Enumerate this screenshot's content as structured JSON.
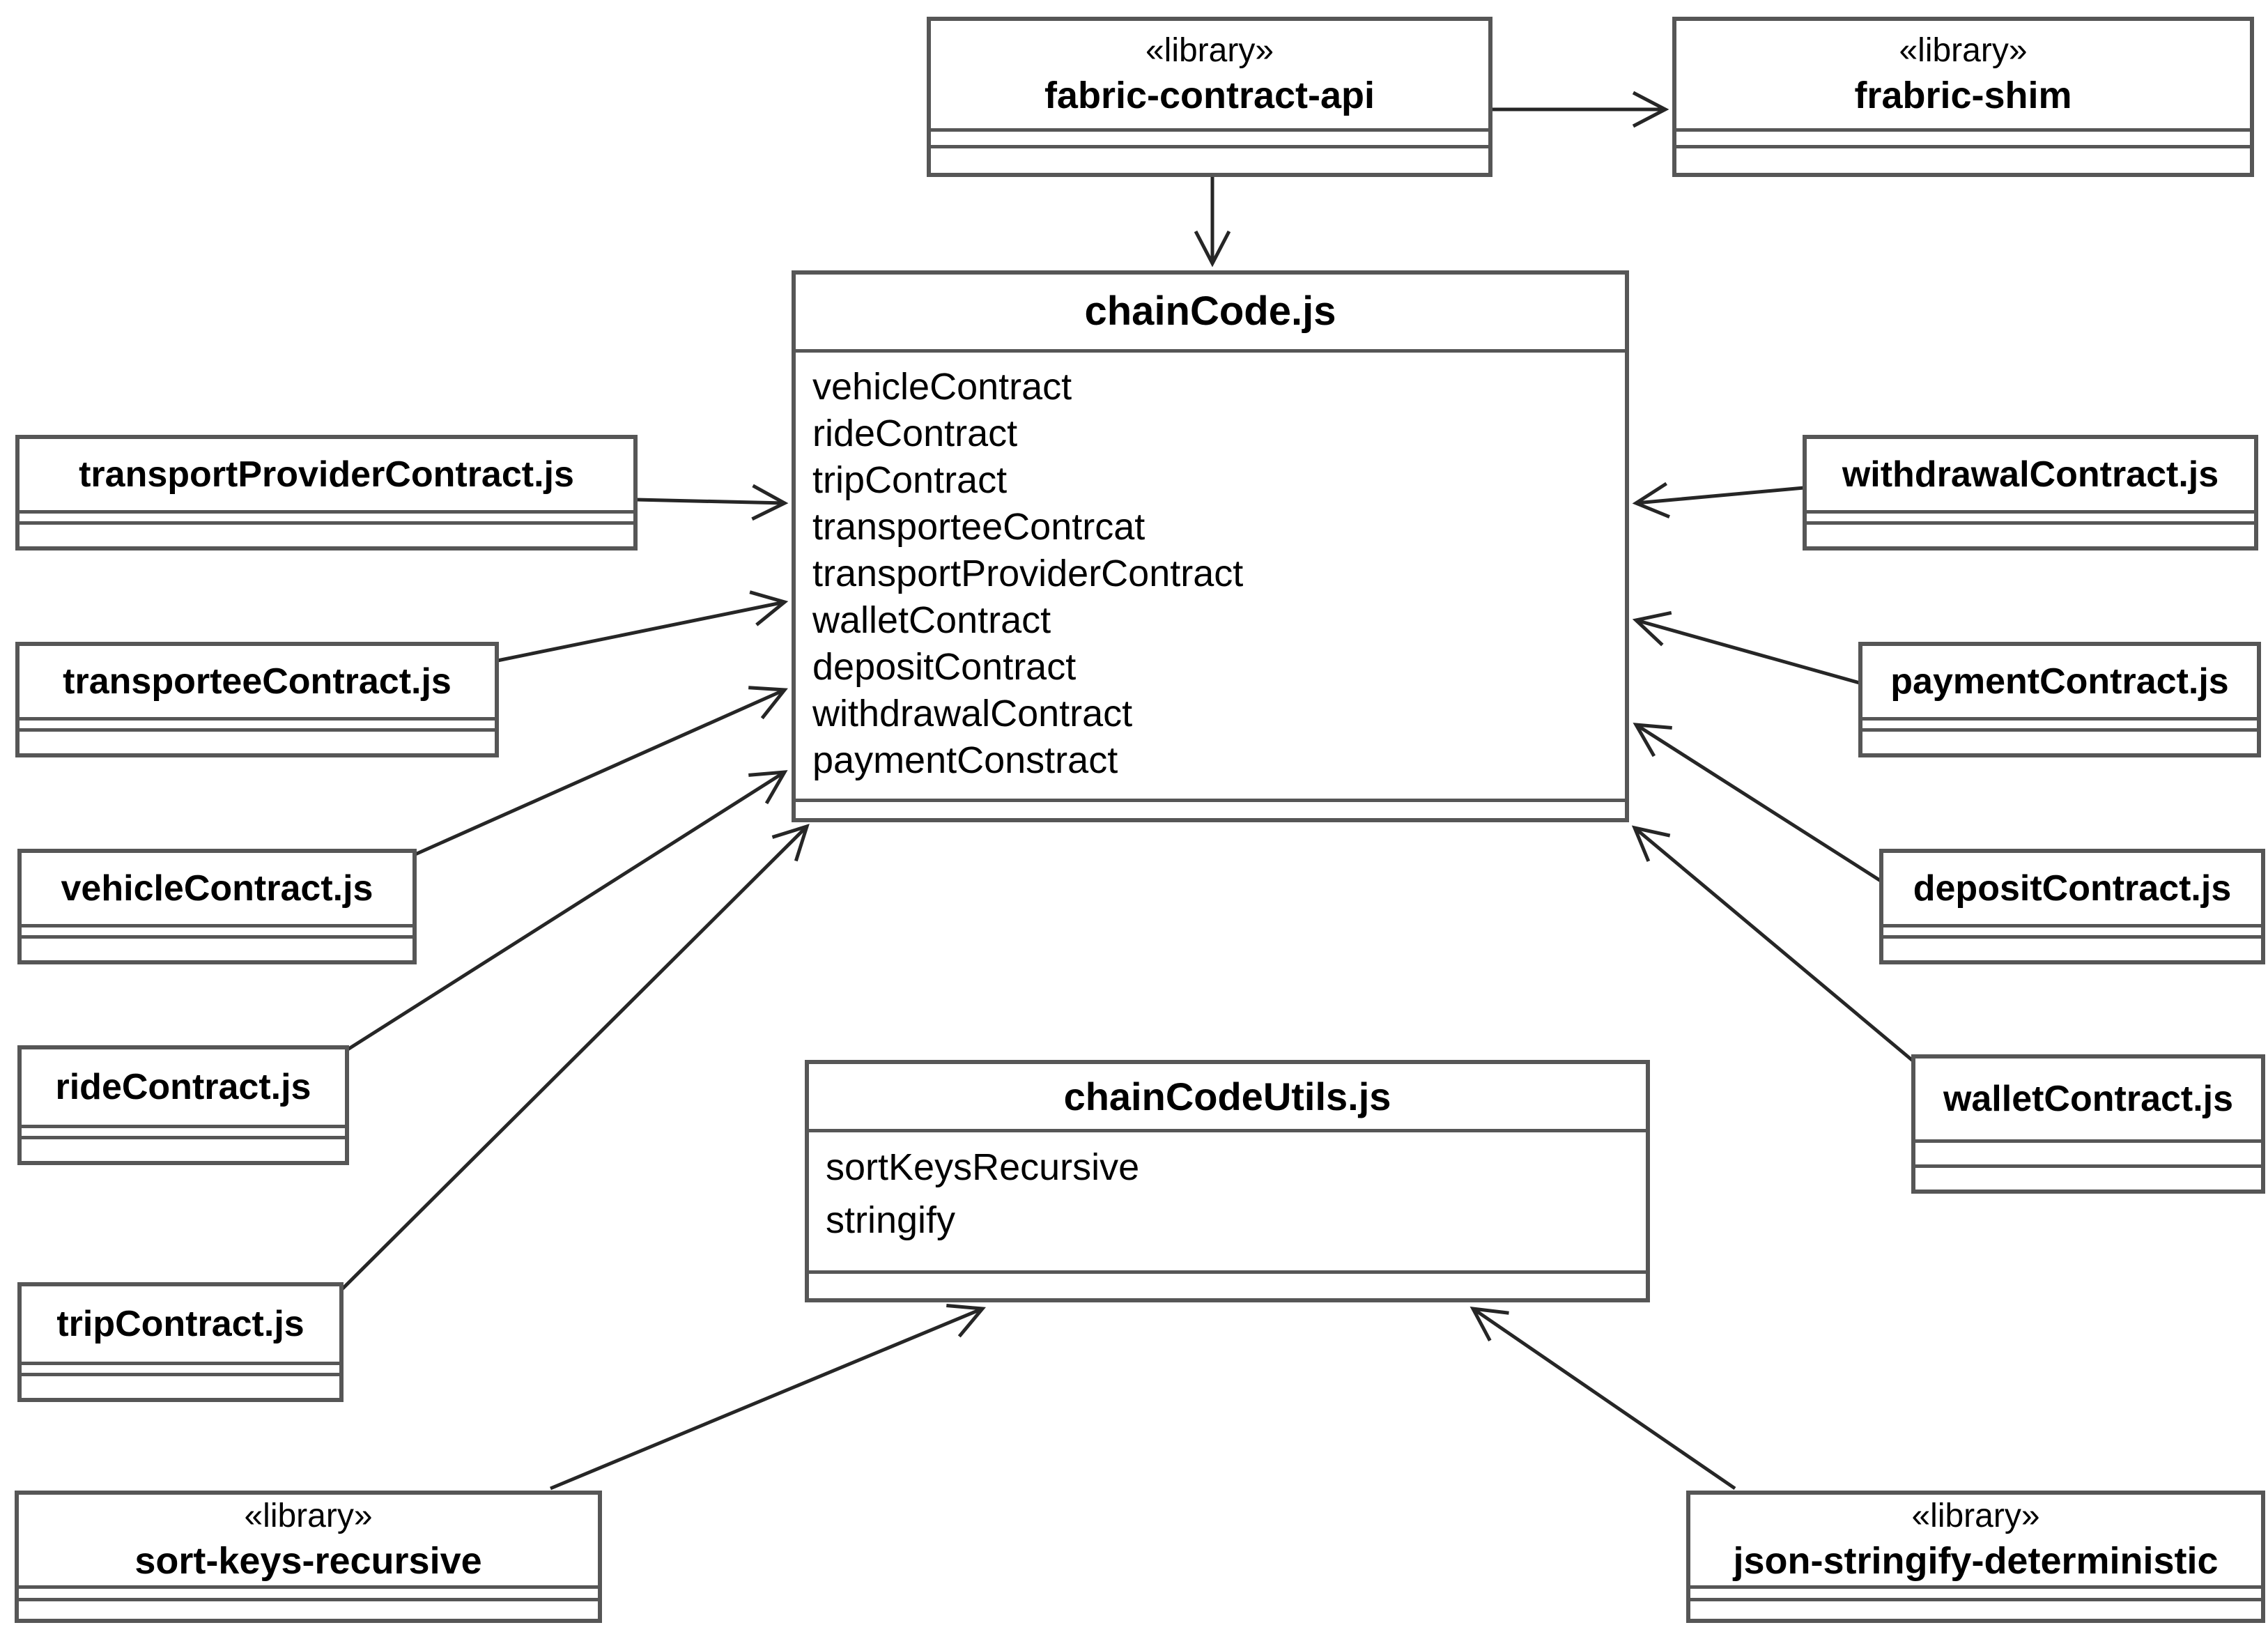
{
  "colors": {
    "background": "#ffffff",
    "box_border": "#565656",
    "arrow": "#262626",
    "text": "#000000"
  },
  "nodes": {
    "fabric_contract_api": {
      "stereotype": "«library»",
      "name": "fabric-contract-api"
    },
    "frabric_shim": {
      "stereotype": "«library»",
      "name": "frabric-shim"
    },
    "chaincode": {
      "name": "chainCode.js",
      "members": [
        "vehicleContract",
        "rideContract",
        "tripContract",
        "transporteeContrcat",
        "transportProviderContract",
        "walletContract",
        "depositContract",
        "withdrawalContract",
        "paymentConstract"
      ]
    },
    "transport_provider_contract": {
      "name": "transportProviderContract.js"
    },
    "transportee_contract": {
      "name": "transporteeContract.js"
    },
    "vehicle_contract": {
      "name": "vehicleContract.js"
    },
    "ride_contract": {
      "name": "rideContract.js"
    },
    "trip_contract": {
      "name": "tripContract.js"
    },
    "withdrawal_contract": {
      "name": "withdrawalContract.js"
    },
    "payment_contract": {
      "name": "paymentContract.js"
    },
    "deposit_contract": {
      "name": "depositContract.js"
    },
    "wallet_contract": {
      "name": "walletContract.js"
    },
    "chaincode_utils": {
      "name": "chainCodeUtils.js",
      "members": [
        "sortKeysRecursive",
        "stringify"
      ]
    },
    "sort_keys_recursive": {
      "stereotype": "«library»",
      "name": "sort-keys-recursive"
    },
    "json_stringify_deterministic": {
      "stereotype": "«library»",
      "name": "json-stringify-deterministic"
    }
  },
  "edges": [
    {
      "from": "fabric-contract-api",
      "to": "frabric-shim"
    },
    {
      "from": "fabric-contract-api",
      "to": "chainCode.js"
    },
    {
      "from": "transportProviderContract.js",
      "to": "chainCode.js"
    },
    {
      "from": "transporteeContract.js",
      "to": "chainCode.js"
    },
    {
      "from": "vehicleContract.js",
      "to": "chainCode.js"
    },
    {
      "from": "rideContract.js",
      "to": "chainCode.js"
    },
    {
      "from": "tripContract.js",
      "to": "chainCode.js"
    },
    {
      "from": "withdrawalContract.js",
      "to": "chainCode.js"
    },
    {
      "from": "paymentContract.js",
      "to": "chainCode.js"
    },
    {
      "from": "depositContract.js",
      "to": "chainCode.js"
    },
    {
      "from": "walletContract.js",
      "to": "chainCode.js"
    },
    {
      "from": "sort-keys-recursive",
      "to": "chainCodeUtils.js"
    },
    {
      "from": "json-stringify-deterministic",
      "to": "chainCodeUtils.js"
    }
  ]
}
